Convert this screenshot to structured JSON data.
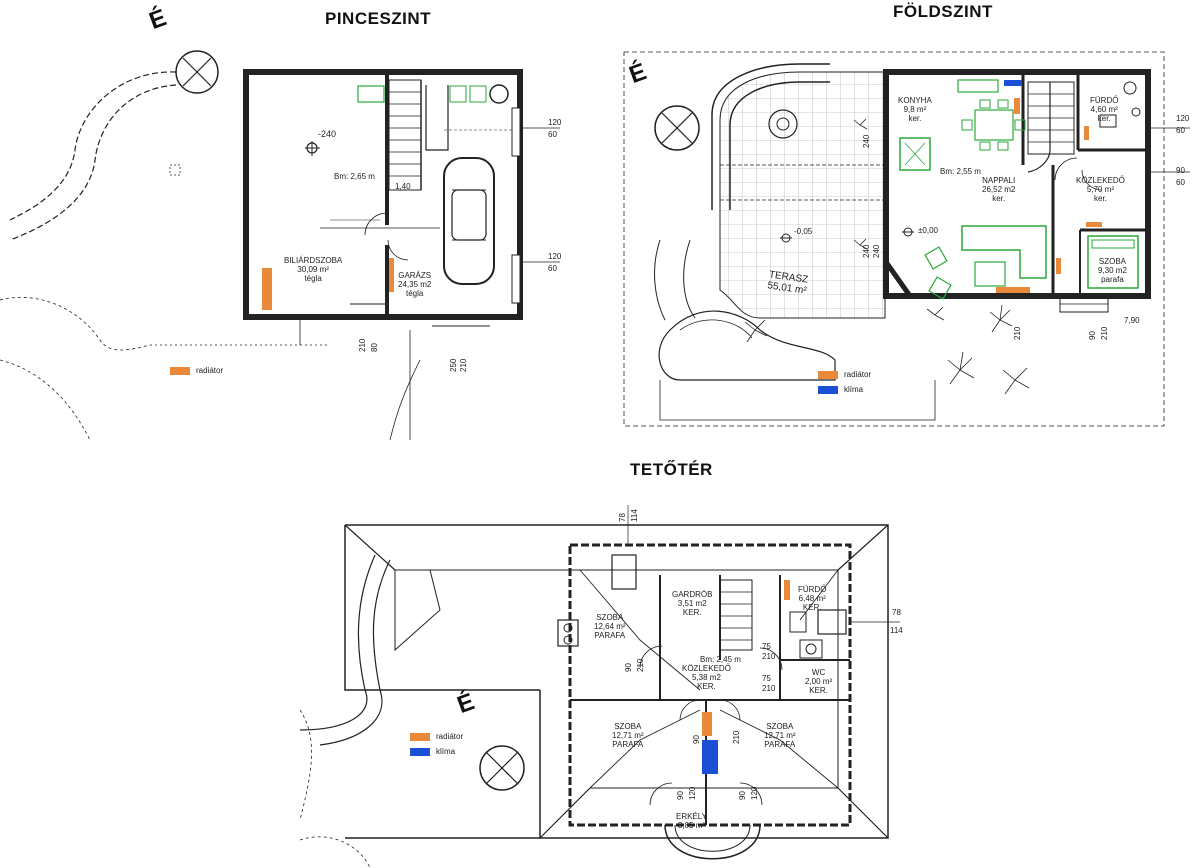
{
  "titles": {
    "basement": "PINCESZINT",
    "ground": "FÖLDSZINT",
    "attic": "TETŐTÉR"
  },
  "north_marker": "É",
  "colors": {
    "radiator": "#e88a3a",
    "aircon": "#1a4fd6",
    "line": "#222222",
    "fixture": "#2aa83a"
  },
  "legend": {
    "radiator": "radiátor",
    "aircon": "klíma"
  },
  "basement": {
    "level": "-240",
    "height": "Bm: 2,65 m",
    "billiard": {
      "name": "BILIÁRDSZOBA",
      "area": "30,09 m²",
      "floor": "tégla"
    },
    "garage": {
      "name": "GARÁZS",
      "area": "24,35 m2",
      "floor": "tégla"
    },
    "dims": {
      "d1": "120",
      "d2": "60",
      "d3": "120",
      "d4": "60",
      "d5": "210",
      "d6": "80",
      "d7": "210",
      "d8": "250",
      "d9": "1,40"
    }
  },
  "ground": {
    "kitchen": {
      "name": "KONYHA",
      "area": "9,8 m²",
      "floor": "ker."
    },
    "bath": {
      "name": "FÜRDŐ",
      "area": "4,60 m²",
      "floor": "ker."
    },
    "living": {
      "height": "Bm: 2,55 m",
      "name": "NAPPALI",
      "area": "26,52 m2",
      "floor": "ker."
    },
    "hall": {
      "name": "KÖZLEKEDŐ",
      "area": "5,70 m²",
      "floor": "ker."
    },
    "room": {
      "name": "SZOBA",
      "area": "9,30 m2",
      "floor": "parafa"
    },
    "terrace": {
      "name": "TERASZ",
      "area": "55,01 m²"
    },
    "level1": "-0,05",
    "level2": "±0,00",
    "dims": {
      "a": "240",
      "b": "240",
      "c": "120",
      "d": "60",
      "e": "90",
      "f": "60",
      "g": "240",
      "h": "210",
      "i": "90",
      "j": "210",
      "k": "7,90"
    }
  },
  "attic": {
    "wardrobe": {
      "name": "GARDRÓB",
      "area": "3,51 m2",
      "floor": "KER."
    },
    "bath": {
      "name": "FÜRDŐ",
      "area": "6,48 m²",
      "floor": "KER."
    },
    "room1": {
      "name": "SZOBA",
      "area": "12,64 m²",
      "floor": "PARAFA"
    },
    "height": "Bm: 2,45 m",
    "hall": {
      "name": "KÖZLEKEDŐ",
      "area": "5,38 m2",
      "floor": "KER."
    },
    "wc": {
      "name": "WC",
      "area": "2,00 m²",
      "floor": "KER."
    },
    "room2": {
      "name": "SZOBA",
      "area": "12,71 m²",
      "floor": "PARAFA"
    },
    "room3": {
      "name": "SZOBA",
      "area": "12,71 m²",
      "floor": "PARAFA"
    },
    "balcony": {
      "name": "ERKÉLY",
      "area": "3,85 m²"
    },
    "dims": {
      "t1": "78",
      "t2": "114",
      "t3": "78",
      "t4": "114",
      "t5": "75",
      "t6": "210",
      "t7": "75",
      "t8": "210",
      "t9": "90",
      "t10": "210",
      "t11": "90",
      "t12": "210",
      "t13": "90",
      "t14": "120",
      "t15": "90",
      "t16": "120"
    }
  }
}
